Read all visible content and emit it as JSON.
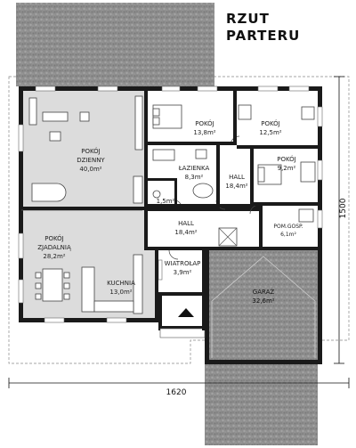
{
  "title": {
    "line1": "RZUT",
    "line2": "PARTERU"
  },
  "dimensions": {
    "width": "1620",
    "depth": "1500"
  },
  "rooms": [
    {
      "name": "POKÓJ",
      "name2": "DZIENNY",
      "area": "40,0m²"
    },
    {
      "name": "POKÓJ",
      "area": "13,8m²"
    },
    {
      "name": "POKÓJ",
      "area": "12,5m²"
    },
    {
      "name": "POKÓJ",
      "area": "9,2m²"
    },
    {
      "name": "ŁAZIENKA",
      "area": "8,3m²"
    },
    {
      "name": "HALL",
      "area": "18,4m²"
    },
    {
      "name": "1,5m²"
    },
    {
      "name": "HALL",
      "area": "18,4m²"
    },
    {
      "name": "POM.GOSP.",
      "area": "6,1m²"
    },
    {
      "name": "POKÓJ",
      "name2": "ZJADALNIĄ",
      "area": "28,2m²"
    },
    {
      "name": "KUCHNIA",
      "area": "13,0m²"
    },
    {
      "name": "WIATROŁAP",
      "area": "3,9m²"
    },
    {
      "name": "GARAŻ",
      "area": "32,6m²"
    }
  ]
}
